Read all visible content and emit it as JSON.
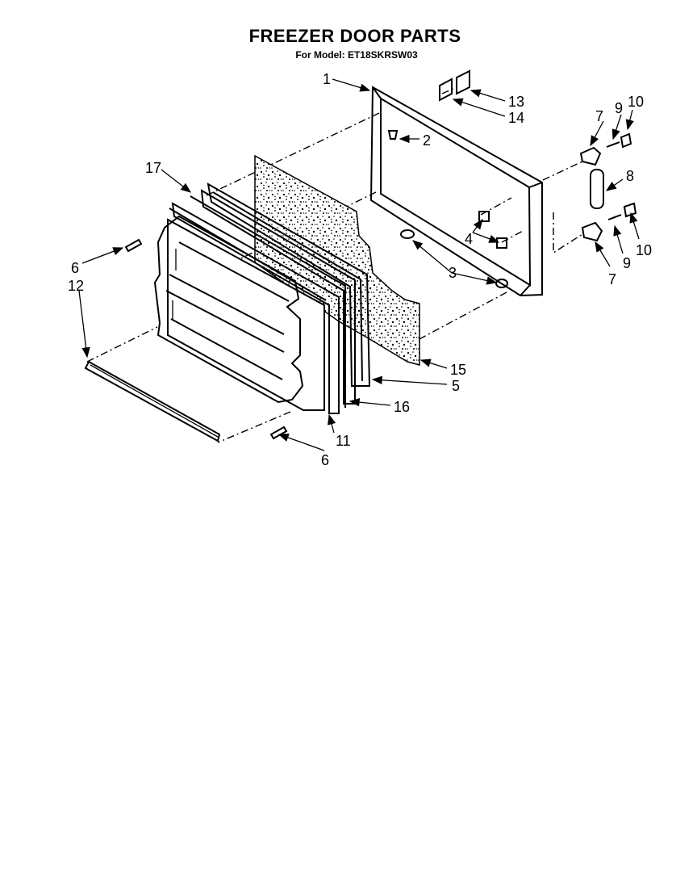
{
  "title": "FREEZER DOOR PARTS",
  "subtitle": "For Model: ET18SKRSW03",
  "callouts": {
    "c1": "1",
    "c2": "2",
    "c3": "3",
    "c4": "4",
    "c5": "5",
    "c6a": "6",
    "c6b": "6",
    "c7a": "7",
    "c7b": "7",
    "c8": "8",
    "c9a": "9",
    "c9b": "9",
    "c10a": "10",
    "c10b": "10",
    "c11": "11",
    "c12": "12",
    "c13": "13",
    "c14": "14",
    "c15": "15",
    "c16": "16",
    "c17": "17"
  }
}
